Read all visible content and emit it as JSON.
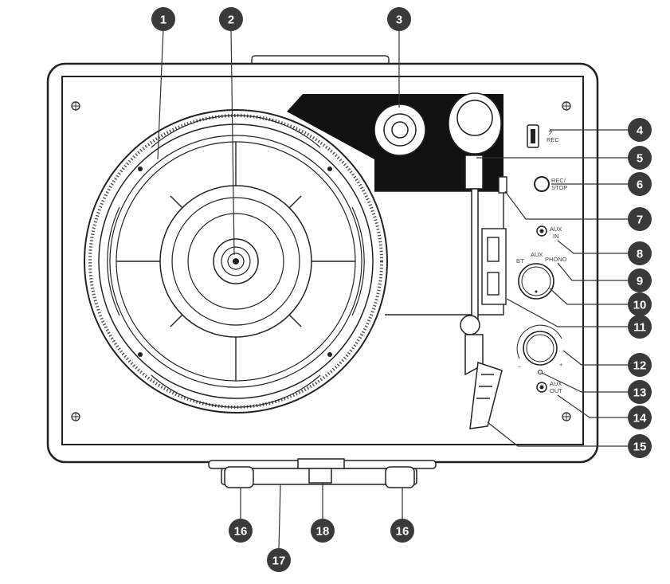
{
  "labels": {
    "usb_rec": "REC",
    "rec_stop_line1": "REC/",
    "rec_stop_line2": "STOP",
    "aux_in_line1": "AUX",
    "aux_in_line2": "IN",
    "aux_out_line1": "AUX",
    "aux_out_line2": "OUT",
    "selector_bt": "BT",
    "selector_aux": "AUX",
    "selector_phono": "PHONO",
    "volume_minus": "–",
    "volume_plus": "+"
  },
  "callouts": [
    "1",
    "2",
    "3",
    "4",
    "5",
    "6",
    "7",
    "8",
    "9",
    "10",
    "11",
    "12",
    "13",
    "14",
    "15",
    "16",
    "16",
    "17",
    "18"
  ]
}
